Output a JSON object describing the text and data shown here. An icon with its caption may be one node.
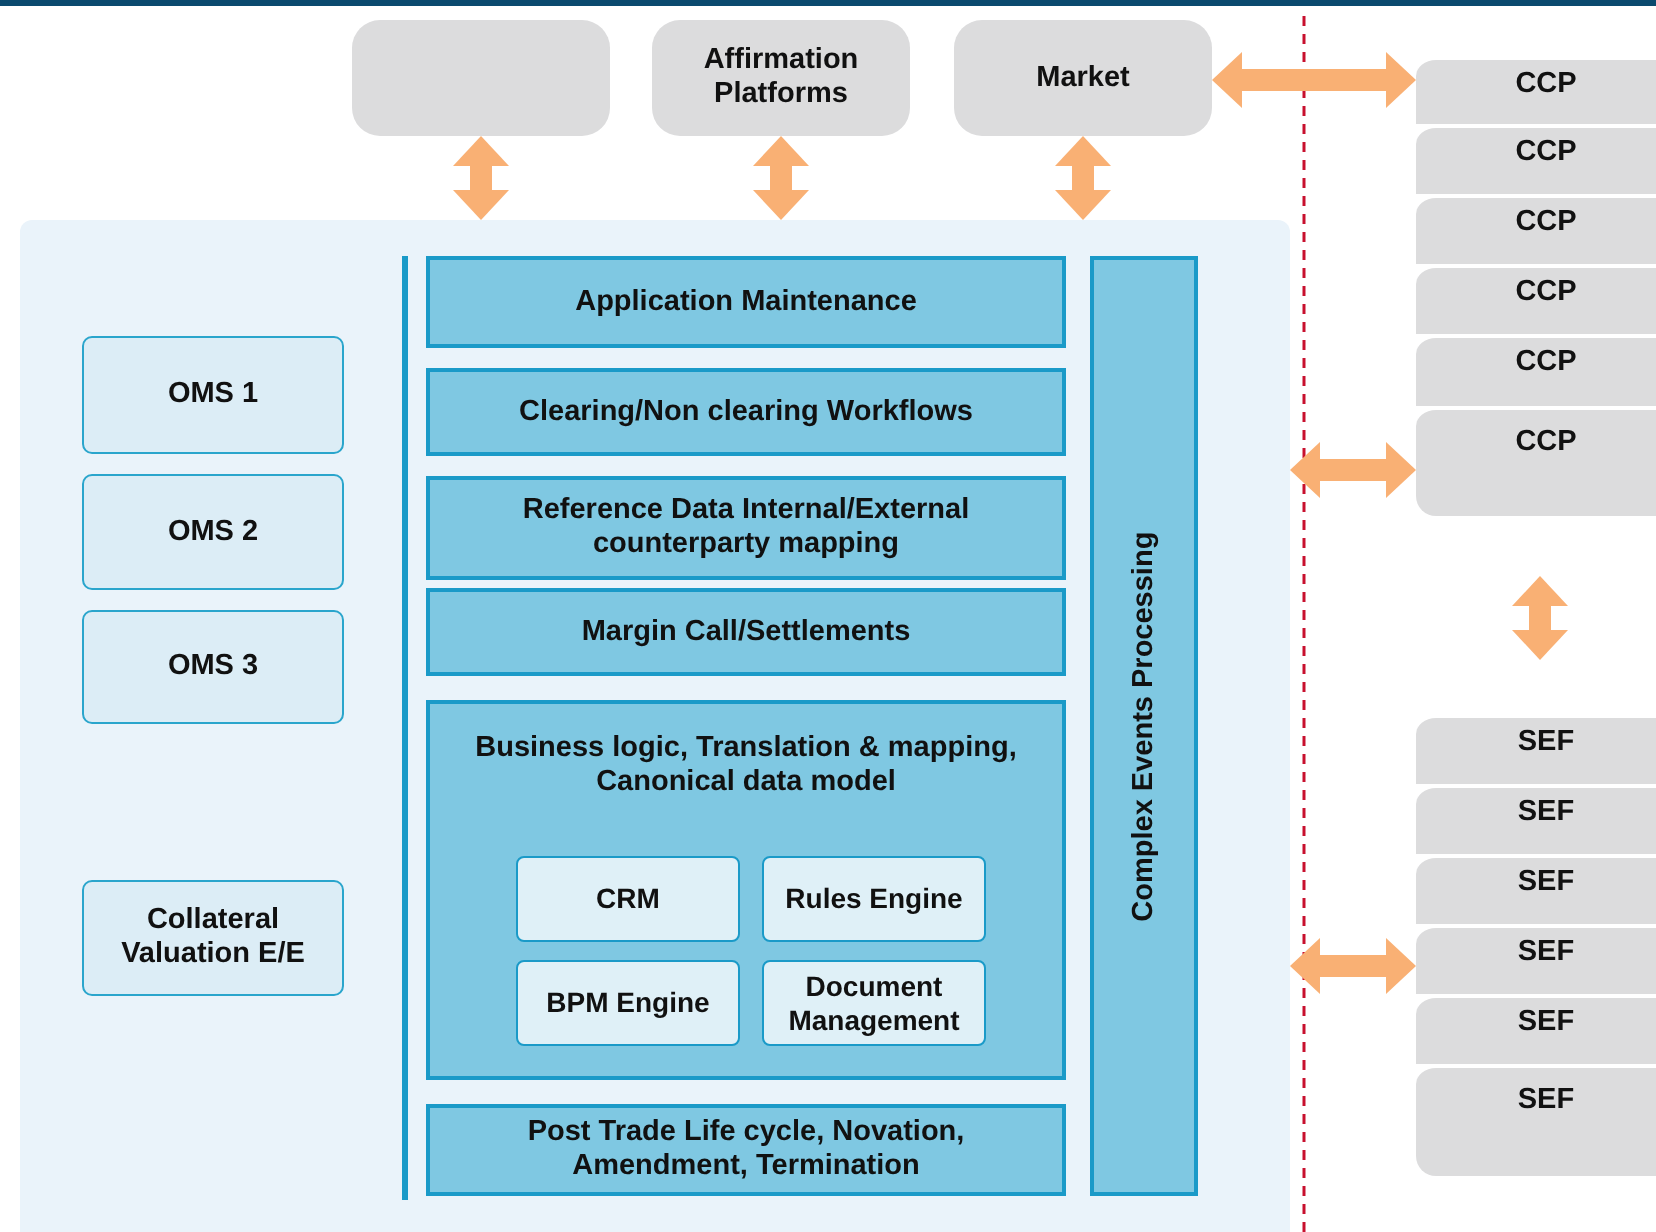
{
  "diagram": {
    "nodes": [
      {
        "text": [],
        "shape": "box"
      },
      {
        "text": [
          "Affirmation Platforms"
        ]
      },
      {
        "text": [
          "Market"
        ]
      },
      {
        "text": [],
        "shape": "box"
      },
      {
        "text": [
          "OMS 1"
        ],
        "in": 3
      },
      {
        "text": [
          "OMS 2"
        ],
        "in": 3
      },
      {
        "text": [
          "OMS 3"
        ],
        "in": 3
      },
      {
        "text": [
          "Collateral Valuation E/E"
        ],
        "in": 3
      },
      {
        "text": [
          "Application Maintenance"
        ],
        "in": 3
      },
      {
        "text": [
          "Clearing/Non clearing Workflows"
        ],
        "in": 3
      },
      {
        "text": [
          "Reference Data Internal/External counterparty mapping"
        ],
        "in": 3
      },
      {
        "text": [
          "Margin Call/Settlements"
        ],
        "in": 3
      },
      {
        "text": [
          "Business logic, Translation & mapping, Canonical data model"
        ],
        "in": 3
      },
      {
        "text": [
          "CRM"
        ],
        "in": 12
      },
      {
        "text": [
          "Rules Engine"
        ],
        "in": 12
      },
      {
        "text": [
          "BPM Engine"
        ],
        "in": 12
      },
      {
        "text": [
          "Document Management"
        ],
        "in": 12
      },
      {
        "text": [
          "Post Trade Life cycle, Novation, Amendment, Termination"
        ],
        "in": 3
      },
      {
        "text": [
          "Complex Events Processing"
        ],
        "in": 3
      },
      {
        "text": [
          "CCP"
        ]
      },
      {
        "text": [
          "CCP"
        ]
      },
      {
        "text": [
          "CCP"
        ]
      },
      {
        "text": [
          "CCP"
        ]
      },
      {
        "text": [
          "CCP"
        ]
      },
      {
        "text": [
          "CCP"
        ]
      },
      {
        "text": [
          "SEF"
        ]
      },
      {
        "text": [
          "SEF"
        ]
      },
      {
        "text": [
          "SEF"
        ]
      },
      {
        "text": [
          "SEF"
        ]
      },
      {
        "text": [
          "SEF"
        ]
      },
      {
        "text": [
          "SEF"
        ]
      }
    ],
    "edges": [
      {
        "from": 0,
        "to": 3,
        "arrow": "both"
      },
      {
        "from": 1,
        "to": 3,
        "arrow": "both"
      },
      {
        "from": 2,
        "to": 3,
        "arrow": "both"
      },
      {
        "from": 2,
        "to": 19,
        "arrow": "both"
      },
      {
        "from": 3,
        "to": 24,
        "arrow": "both"
      },
      {
        "from": 24,
        "to": 25,
        "arrow": "both"
      },
      {
        "from": 3,
        "to": 28,
        "arrow": "both"
      }
    ]
  }
}
